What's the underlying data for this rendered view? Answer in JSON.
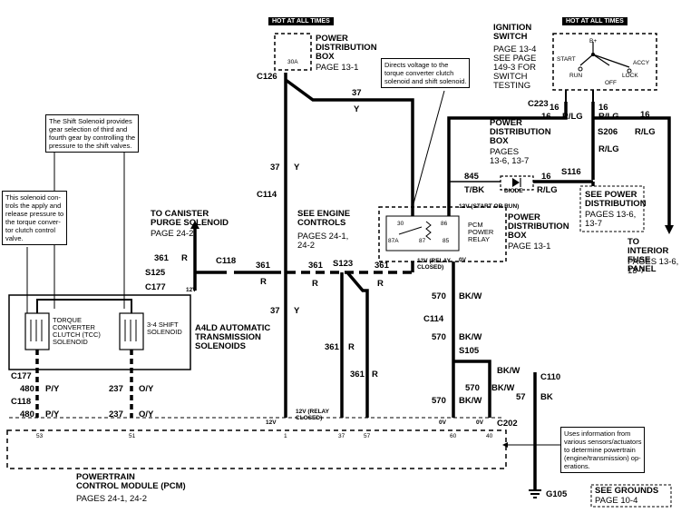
{
  "hot_labels": [
    "HOT AT ALL TIMES",
    "HOT AT ALL TIMES"
  ],
  "pdb_top": {
    "title": "POWER\nDISTRIBUTION\nBOX",
    "page": "PAGE 13-1",
    "fuse": "30A"
  },
  "ignition": {
    "title": "IGNITION\nSWITCH",
    "pages": "PAGE 13-4\nSEE PAGE\n149-3 FOR\nSWITCH\nTESTING",
    "positions": [
      "B+",
      "START",
      "ACCY",
      "RUN",
      "LOCK",
      "OFF"
    ]
  },
  "notes": {
    "relay_note": "Directs voltage to the\ntorque converter clutch\nsolenoid and shift solenoid.",
    "shift_note": "The Shift Solenoid provides\ngear selection of third and\nfourth gear by controlling the\npressure to the shift valves.",
    "tcc_note": "This solenoid con-\ntrols the apply and\nrelease pressure to\nthe torque conver-\ntor clutch control\nvalve.",
    "pcm_note": "Uses information from\nvarious sensors/actuators\nto determine powertrain\n(engine/transmission) op-\nerations."
  },
  "connectors": [
    "C126",
    "C114",
    "C118",
    "C177",
    "S125",
    "S123",
    "C223",
    "S206",
    "S116",
    "C114",
    "S105",
    "C110",
    "C202",
    "C177",
    "C118",
    "G105"
  ],
  "wires": {
    "w37": "37",
    "y": "Y",
    "w16": "16",
    "rlg": "R/LG",
    "w845": "845",
    "tbk": "T/BK",
    "w361": "361",
    "r": "R",
    "w570": "570",
    "bkw": "BK/W",
    "w57": "57",
    "bk": "BK",
    "w480": "480",
    "py": "P/Y",
    "w237": "237",
    "oy": "O/Y"
  },
  "labels": {
    "canister": "TO CANISTER\nPURGE SOLENOID",
    "canister_page": "PAGE 24-2",
    "see_engine": "SEE ENGINE\nCONTROLS",
    "see_engine_pages": "PAGES 24-1,\n24-2",
    "pdb_mid": "POWER\nDISTRIBUTION\nBOX",
    "pdb_mid_pages": "PAGES\n13-6, 13-7",
    "diode": "DIODE",
    "see_pdb": "SEE POWER\nDISTRIBUTION",
    "see_pdb_pages": "PAGES 13-6,\n13-7",
    "interior": "TO INTERIOR\nFUSE PANEL",
    "interior_pages": "PAGES 13-6,\n13-7",
    "relay_voltage": "12V (START OR RUN)",
    "pdb_relay": "POWER\nDISTRIBUTION\nBOX",
    "pdb_relay_page": "PAGE 13-1",
    "pcm_relay": "PCM\nPOWER\nRELAY",
    "relay_pins": [
      "30",
      "86",
      "87A",
      "87",
      "85"
    ],
    "relay_closed": "12V (RELAY\nCLOSED)",
    "zero_v": "0V",
    "twelve_v": "12V",
    "a4ld": "A4LD AUTOMATIC\nTRANSMISSION\nSOLENOIDS",
    "tcc": "TORQUE\nCONVERTER\nCLUTCH (TCC)\nSOLENOID",
    "shift_sol": "3-4 SHIFT\nSOLENOID",
    "pcm": "POWERTRAIN\nCONTROL MODULE (PCM)",
    "pcm_pages": "PAGES 24-1, 24-2",
    "pcm_pins": [
      "53",
      "51",
      "1",
      "37",
      "57",
      "60",
      "40"
    ],
    "see_grounds": "SEE GROUNDS",
    "grounds_page": "PAGE 10-4"
  }
}
